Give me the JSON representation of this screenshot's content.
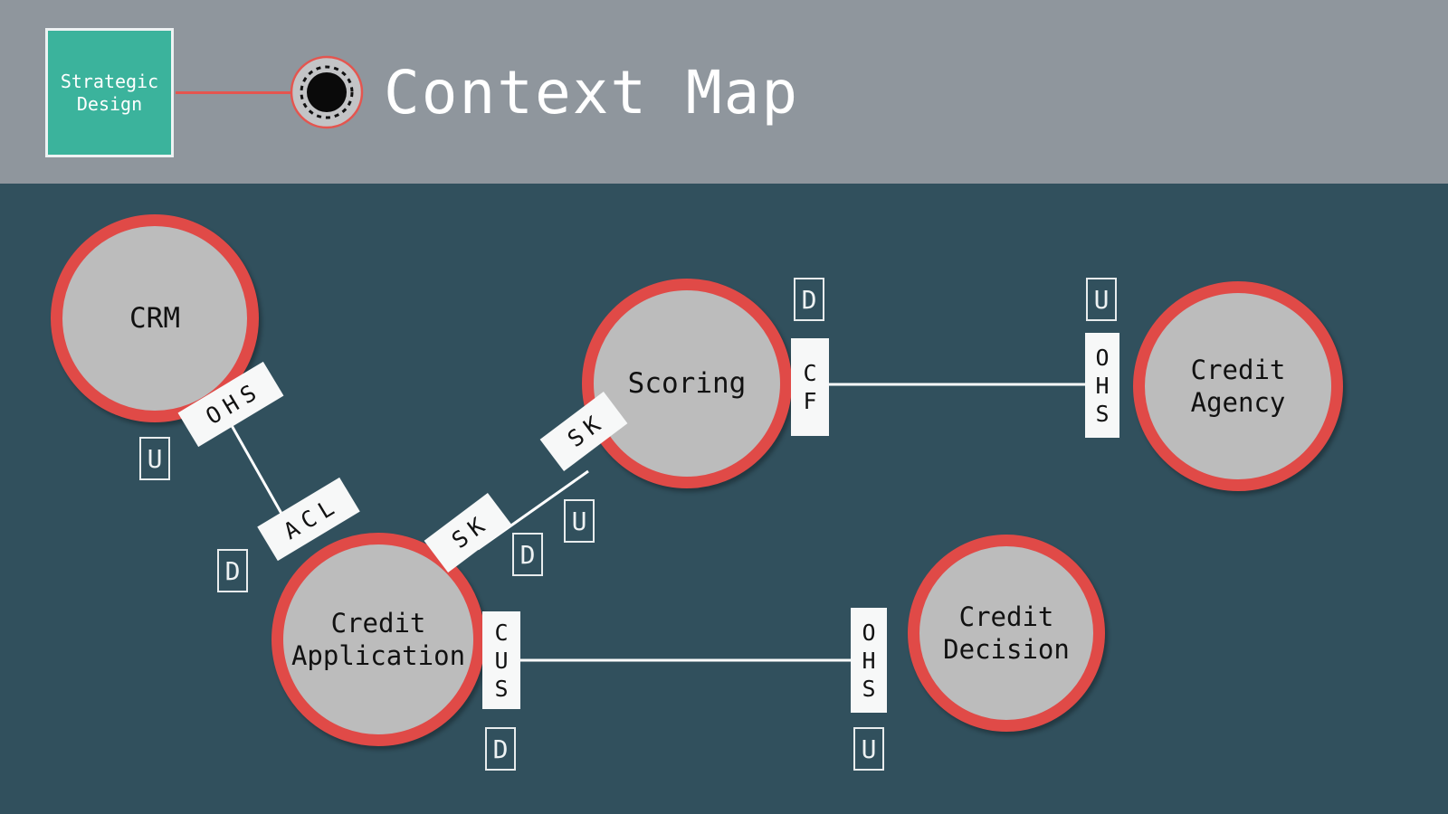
{
  "header": {
    "breadcrumb_label": "Strategic\nDesign",
    "title": "Context Map",
    "node_icon_name": "context-map-node-icon",
    "colors": {
      "header_bg": "#8f969d",
      "breadcrumb_fill": "#3bb39c",
      "connector": "#e4554f",
      "title_text": "#ffffff"
    }
  },
  "canvas": {
    "background": "#31505d",
    "node_fill": "#bcbcbc",
    "node_ring": "#e04a47",
    "edge_color": "#ffffff",
    "plate_fill": "#f7f8f8"
  },
  "nodes": [
    {
      "id": "crm",
      "label": "CRM"
    },
    {
      "id": "scoring",
      "label": "Scoring"
    },
    {
      "id": "credit-agency",
      "label": "Credit\nAgency"
    },
    {
      "id": "credit-application",
      "label": "Credit\nApplication"
    },
    {
      "id": "credit-decision",
      "label": "Credit\nDecision"
    }
  ],
  "relationships": [
    {
      "id": "crm-credit-application",
      "from": "crm",
      "to": "credit-application",
      "from_pattern": "OHS",
      "from_role": "U",
      "to_pattern": "ACL",
      "to_role": "D"
    },
    {
      "id": "credit-application-scoring",
      "from": "credit-application",
      "to": "scoring",
      "from_pattern": "SK",
      "from_role": "D",
      "to_pattern": "SK",
      "to_role": "U"
    },
    {
      "id": "scoring-credit-agency",
      "from": "scoring",
      "to": "credit-agency",
      "from_pattern": "CF",
      "from_role": "D",
      "to_pattern": "OHS",
      "to_role": "U"
    },
    {
      "id": "credit-application-credit-decision",
      "from": "credit-application",
      "to": "credit-decision",
      "from_pattern": "CUS",
      "from_role": "D",
      "to_pattern": "OHS",
      "to_role": "U"
    }
  ]
}
